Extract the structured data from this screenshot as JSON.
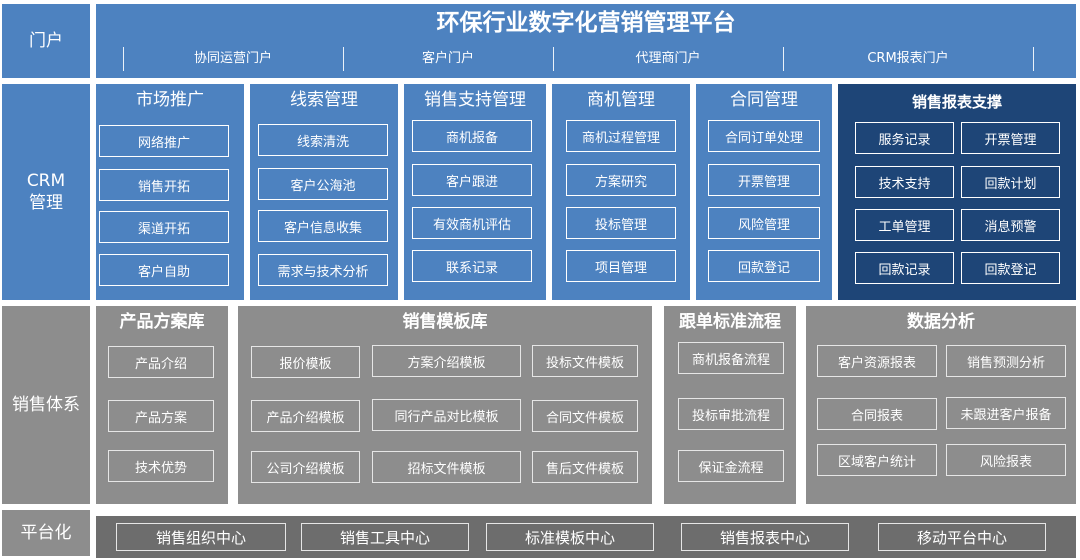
{
  "rows": {
    "portal": "门户",
    "crm": "CRM\n管理",
    "sales_system": "销售体系",
    "platform": "平台化"
  },
  "portal": {
    "title": "环保行业数字化营销管理平台",
    "tabs": [
      "协同运营门户",
      "客户门户",
      "代理商门户",
      "CRM报表门户"
    ]
  },
  "crm": {
    "columns": [
      {
        "title": "市场推广",
        "items": [
          "网络推广",
          "销售开拓",
          "渠道开拓",
          "客户自助"
        ]
      },
      {
        "title": "线索管理",
        "items": [
          "线索清洗",
          "客户公海池",
          "客户信息收集",
          "需求与技术分析"
        ]
      },
      {
        "title": "销售支持管理",
        "items": [
          "商机报备",
          "客户跟进",
          "有效商机评估",
          "联系记录"
        ]
      },
      {
        "title": "商机管理",
        "items": [
          "商机过程管理",
          "方案研究",
          "投标管理",
          "项目管理"
        ]
      },
      {
        "title": "合同管理",
        "items": [
          "合同订单处理",
          "开票管理",
          "风险管理",
          "回款登记"
        ]
      }
    ],
    "reports": {
      "title": "销售报表支撑",
      "items": [
        "服务记录",
        "开票管理",
        "技术支持",
        "回款计划",
        "工单管理",
        "消息预警",
        "回款记录",
        "回款登记"
      ]
    }
  },
  "sales": {
    "product_lib": {
      "title": "产品方案库",
      "items": [
        "产品介绍",
        "产品方案",
        "技术优势"
      ]
    },
    "template_lib": {
      "title": "销售模板库",
      "items": [
        "报价模板",
        "方案介绍模板",
        "投标文件模板",
        "产品介绍模板",
        "同行产品对比模板",
        "合同文件模板",
        "公司介绍模板",
        "招标文件模板",
        "售后文件模板"
      ]
    },
    "flow": {
      "title": "跟单标准流程",
      "items": [
        "商机报备流程",
        "投标审批流程",
        "保证金流程"
      ]
    },
    "analysis": {
      "title": "数据分析",
      "items": [
        "客户资源报表",
        "销售预测分析",
        "合同报表",
        "未跟进客户报备",
        "区域客户统计",
        "风险报表"
      ]
    }
  },
  "platform": {
    "items": [
      "销售组织中心",
      "销售工具中心",
      "标准模板中心",
      "销售报表中心",
      "移动平台中心"
    ]
  },
  "colors": {
    "blue": "#4d82c0",
    "navy": "#1e4577",
    "gray": "#8d8d8d",
    "dark_gray": "#6d6d6d"
  }
}
